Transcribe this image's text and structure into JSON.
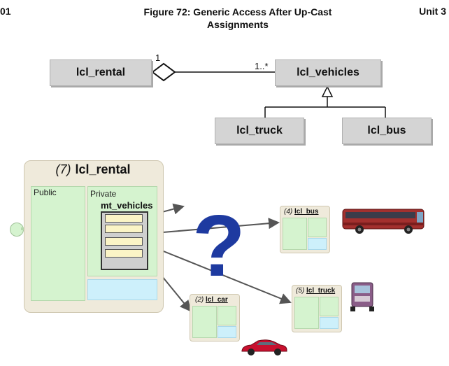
{
  "header": {
    "left": "01",
    "caption_line1": "Figure 72: Generic Access After Up-Cast",
    "caption_line2": "Assignments",
    "right": "Unit 3"
  },
  "uml": {
    "rental": "lcl_rental",
    "vehicles": "lcl_vehicles",
    "truck": "lcl_truck",
    "bus": "lcl_bus",
    "multiplicity_left": "1",
    "multiplicity_right": "1..*"
  },
  "rental_object": {
    "number": "(7)",
    "name": "lcl_rental",
    "public_label": "Public",
    "private_label": "Private",
    "attribute": "mt_vehicles"
  },
  "objects": {
    "bus": {
      "number": "(4)",
      "name": "lcl_bus"
    },
    "car": {
      "number": "(2)",
      "name": "lcl_car"
    },
    "truck": {
      "number": "(5)",
      "name": "lcl_truck"
    }
  },
  "question_mark": "?",
  "colors": {
    "class_box": "#d4d4d4",
    "object_bg": "#efeadb",
    "public_private": "#d5f3cf",
    "protected": "#cdf0fb",
    "question": "#1e3aa0",
    "slot": "#fbf4c6"
  }
}
